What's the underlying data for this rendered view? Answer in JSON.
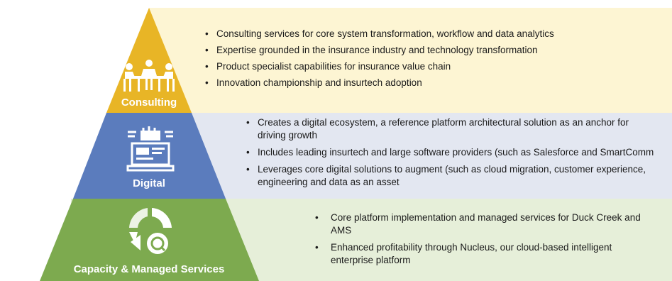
{
  "colors": {
    "consulting": "#e8b526",
    "digital": "#5b7cbd",
    "capacity": "#7daa4f",
    "consulting_band": "#fdf5d3",
    "digital_band": "#e3e7f1",
    "capacity_band": "#e6efd9"
  },
  "tiers": {
    "consulting": {
      "label": "Consulting",
      "icon": "meeting-table-icon",
      "bullets": [
        "Consulting services for core system transformation, workflow and data analytics",
        "Expertise grounded in the insurance industry and technology transformation",
        "Product specialist capabilities for insurance value chain",
        "Innovation championship and insurtech adoption"
      ]
    },
    "digital": {
      "label": "Digital",
      "icon": "digital-laptop-icon",
      "bullets": [
        "Creates a digital ecosystem, a reference platform architectural solution as an anchor for driving growth",
        "Includes leading insurtech and large software providers (such as Salesforce and SmartComm",
        "Leverages core digital solutions to augment (such as cloud migration, customer experience, engineering and data as an asset"
      ]
    },
    "capacity": {
      "label": "Capacity & Managed Services",
      "icon": "managed-services-icon",
      "bullets": [
        "Core platform implementation and managed services for Duck Creek and AMS",
        "Enhanced profitability through Nucleus, our cloud-based intelligent enterprise platform"
      ]
    }
  }
}
